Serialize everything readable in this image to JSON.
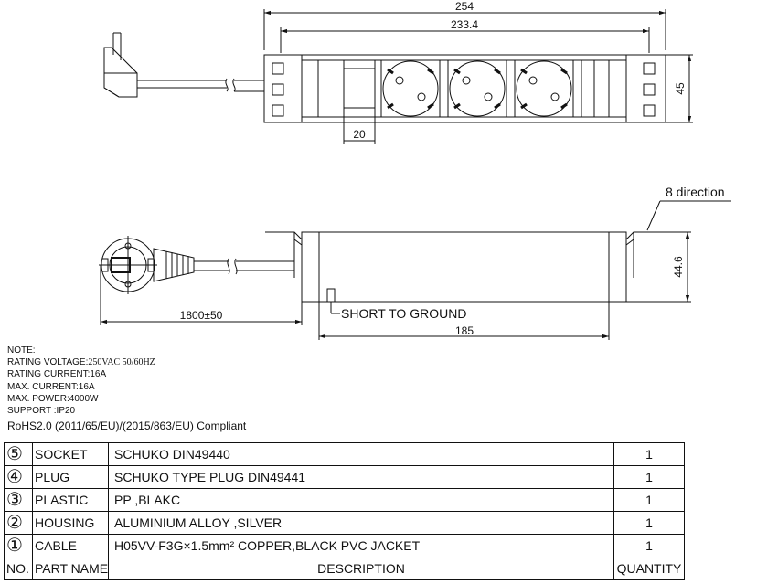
{
  "dimensions": {
    "overall_length": "254",
    "mount_spacing": "233.4",
    "height_top": "45",
    "spacer_width": "20",
    "direction_note": "8 direction",
    "height_side": "44.6",
    "cable_length": "1800±50",
    "short_to_ground": "SHORT TO GROUND",
    "body_length": "185"
  },
  "notes": {
    "heading": "NOTE:",
    "voltage_label": "RATING VOLTAGE:",
    "voltage_value": "250VAC 50/60HZ",
    "current": "RATING CURRENT:16A",
    "max_current": "MAX. CURRENT:16A",
    "max_power": "MAX. POWER:4000W",
    "support": "SUPPORT :IP20",
    "rohs": "RoHS2.0 (2011/65/EU)/(2015/863/EU) Compliant"
  },
  "bom": {
    "rows": [
      {
        "no": "⑤",
        "part": "SOCKET",
        "description": "SCHUKO DIN49440",
        "qty": "1"
      },
      {
        "no": "④",
        "part": "PLUG",
        "description": "SCHUKO TYPE PLUG DIN49441",
        "qty": "1"
      },
      {
        "no": "③",
        "part": "PLASTIC",
        "description": "PP ,BLAKC",
        "qty": "1"
      },
      {
        "no": "②",
        "part": "HOUSING",
        "description": "ALUMINIUM ALLOY ,SILVER",
        "qty": "1"
      },
      {
        "no": "①",
        "part": "CABLE",
        "description": "H05VV-F3G×1.5mm² COPPER,BLACK PVC JACKET",
        "qty": "1"
      }
    ],
    "header": {
      "no": "NO.",
      "part": "PART NAME",
      "description": "DESCRIPTION",
      "qty": "QUANTITY"
    }
  }
}
